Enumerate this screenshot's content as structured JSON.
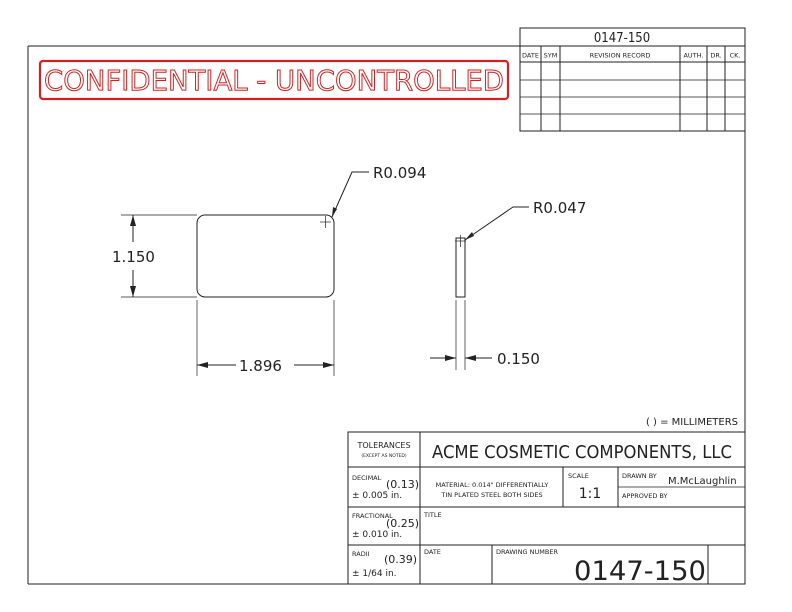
{
  "doc_number_top": "0147-150",
  "stamp": {
    "text": "CONFIDENTIAL - UNCONTROLLED",
    "color": "#d42020"
  },
  "revision": {
    "headers": [
      "DATE",
      "SYM",
      "REVISION RECORD",
      "AUTH.",
      "DR.",
      "CK."
    ],
    "rows": 4
  },
  "dims": {
    "radius_large": "R0.094",
    "radius_small": "R0.047",
    "height": "1.150",
    "width": "1.896",
    "thickness": "0.150"
  },
  "units_note": "( ) = MILLIMETERS",
  "title_block": {
    "tolerances_label": "TOLERANCES",
    "except_note": "(EXCEPT AS NOTED)",
    "company": "ACME COSMETIC COMPONENTS, LLC",
    "decimal_label": "DECIMAL",
    "decimal_mm": "(0.13)",
    "decimal_in": "± 0.005 in.",
    "fractional_label": "FRACTIONAL",
    "fractional_mm": "(0.25)",
    "fractional_in": "± 0.010 in.",
    "radii_label": "RADII",
    "radii_mm": "(0.39)",
    "radii_in": "± 1/64 in.",
    "material_line1": "MATERIAL: 0.014\" DIFFERENTIALLY",
    "material_line2": "TIN PLATED STEEL BOTH SIDES",
    "scale_label": "SCALE",
    "scale_value": "1:1",
    "drawn_by_label": "DRAWN BY",
    "drawn_by_value": "M.McLaughlin",
    "approved_by_label": "APPROVED BY",
    "title_label": "TITLE",
    "date_label": "DATE",
    "drawing_number_label": "DRAWING NUMBER",
    "drawing_number": "0147-150"
  }
}
